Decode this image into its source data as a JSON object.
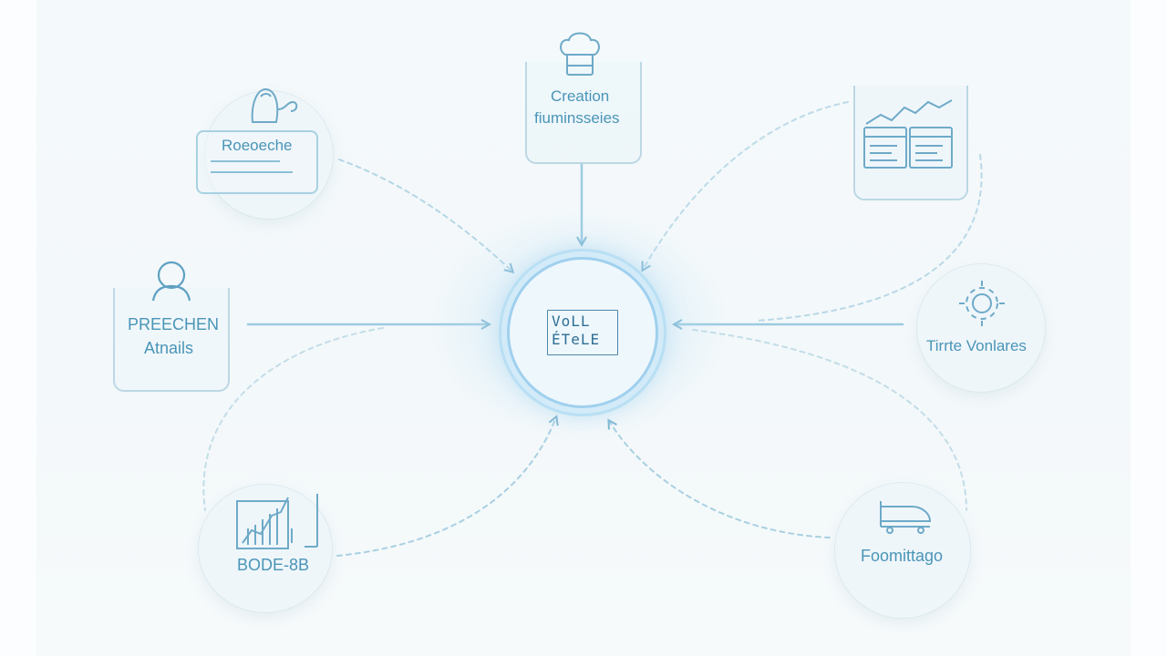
{
  "diagram": {
    "hub": {
      "line1": "VoLL",
      "line2": "ÉTeLE"
    },
    "nodes": {
      "top_left": {
        "label": "Roeoeche",
        "icon": "egg-ghost-icon"
      },
      "top_center": {
        "line1": "Creation",
        "line2": "fiuminsseies",
        "icon": "chef-hat-icon"
      },
      "top_right": {
        "icon": "dashboard-chart-icon"
      },
      "middle_left": {
        "line1": "PREECHEN",
        "line2": "Atnails",
        "icon": "user-bust-icon"
      },
      "middle_right": {
        "label": "Tirrte Vonlares",
        "icon": "gear-cluster-icon"
      },
      "bottom_left": {
        "label": "BODE-8B",
        "icon": "bar-chart-icon"
      },
      "bottom_right": {
        "label": "Foomittago",
        "icon": "train-icon"
      }
    },
    "colors": {
      "accent": "#4a95b7",
      "hub_glow": "#9fd0ee",
      "background": "#f4f9fb"
    }
  }
}
